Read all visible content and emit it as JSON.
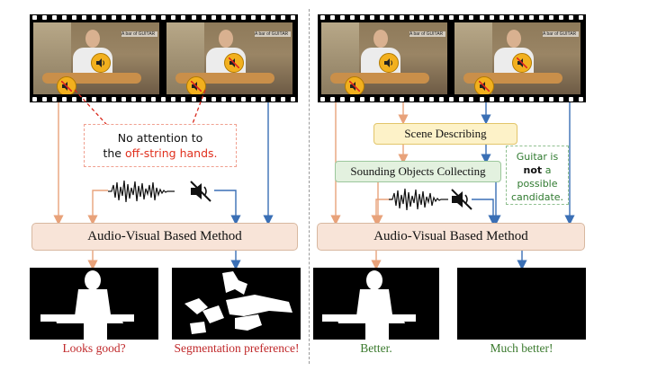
{
  "left_panel": {
    "note_line1": "No attention to",
    "note_line2_prefix": "the ",
    "note_line2_highlight": "off-string hands.",
    "method_label": "Audio-Visual Based Method",
    "caption_left": "Looks good?",
    "caption_right": "Segmentation preference!"
  },
  "right_panel": {
    "scene_label": "Scene Describing",
    "sounding_label": "Sounding Objects Collecting",
    "guitar_note_line1": "Guitar is",
    "guitar_note_line2_bold": "not",
    "guitar_note_line2_rest": " a",
    "guitar_note_line3": "possible",
    "guitar_note_line4": "candidate.",
    "method_label": "Audio-Visual Based Method",
    "caption_left": "Better.",
    "caption_right": "Much better!"
  },
  "frame_sign_text": "A bar of GUITAR",
  "colors": {
    "orange_arrow": "#e8a27a",
    "blue_arrow": "#3a6fb5",
    "red_text": "#e0301e",
    "green_text": "#3b7a2e",
    "caption_red": "#c0282a",
    "method_box_fill": "#f8e4d8",
    "scene_box_fill": "#fdf2c8",
    "sounding_box_fill": "#e3f1df"
  },
  "icons": [
    "speaker-icon",
    "muted-speaker-icon",
    "audio-waveform-icon"
  ]
}
